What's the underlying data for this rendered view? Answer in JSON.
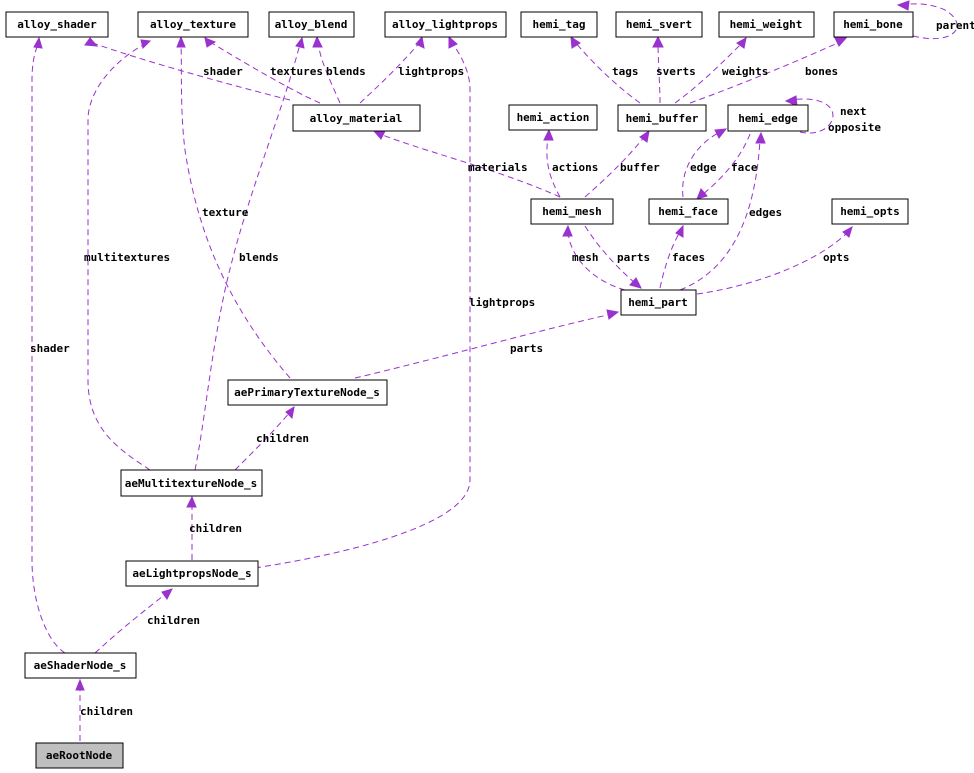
{
  "nodes": {
    "alloy_shader": "alloy_shader",
    "alloy_texture": "alloy_texture",
    "alloy_blend": "alloy_blend",
    "alloy_lightprops": "alloy_lightprops",
    "hemi_tag": "hemi_tag",
    "hemi_svert": "hemi_svert",
    "hemi_weight": "hemi_weight",
    "hemi_bone": "hemi_bone",
    "alloy_material": "alloy_material",
    "hemi_action": "hemi_action",
    "hemi_buffer": "hemi_buffer",
    "hemi_edge": "hemi_edge",
    "hemi_mesh": "hemi_mesh",
    "hemi_face": "hemi_face",
    "hemi_opts": "hemi_opts",
    "hemi_part": "hemi_part",
    "aePrimaryTextureNode_s": "aePrimaryTextureNode_s",
    "aeMultitextureNode_s": "aeMultitextureNode_s",
    "aeLightpropsNode_s": "aeLightpropsNode_s",
    "aeShaderNode_s": "aeShaderNode_s",
    "aeRootNode": "aeRootNode"
  },
  "edge_labels": {
    "parent": "parent",
    "shader_mat": "shader",
    "textures": "textures",
    "blends_mat": "blends",
    "lightprops_mat": "lightprops",
    "tags": "tags",
    "sverts": "sverts",
    "weights": "weights",
    "bones": "bones",
    "next": "next",
    "opposite": "opposite",
    "materials": "materials",
    "actions": "actions",
    "buffer": "buffer",
    "edge": "edge",
    "face": "face",
    "texture": "texture",
    "edges": "edges",
    "multitextures": "multitextures",
    "blends_multi": "blends",
    "mesh": "mesh",
    "parts_mesh": "parts",
    "faces": "faces",
    "opts": "opts",
    "lightprops_node": "lightprops",
    "shader_node": "shader",
    "parts_tex": "parts",
    "children_primary": "children",
    "children_multi": "children",
    "children_light": "children",
    "children_shader": "children"
  },
  "colors": {
    "edge": "#9a32cd",
    "root_fill": "#bfbfbf"
  }
}
